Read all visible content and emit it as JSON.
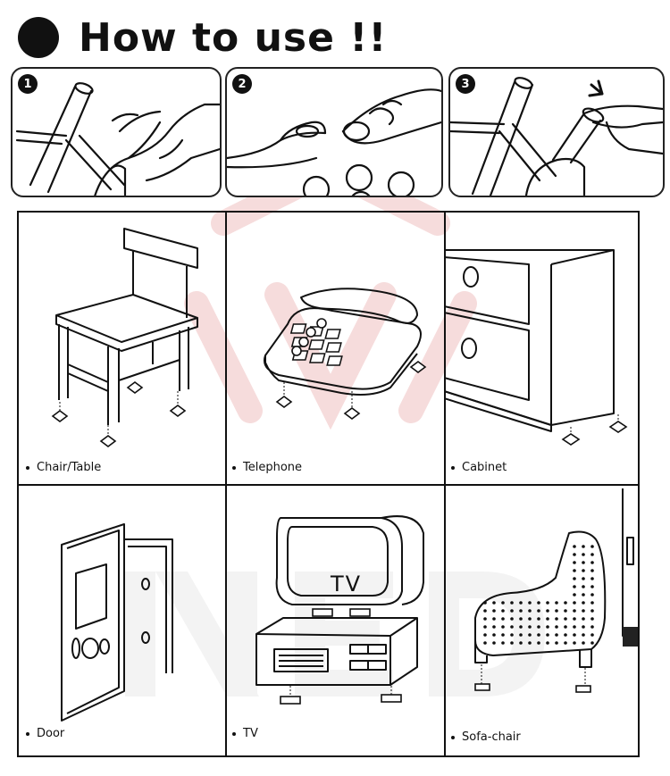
{
  "header": {
    "title": "How to use !!"
  },
  "steps": [
    {
      "number": "1"
    },
    {
      "number": "2"
    },
    {
      "number": "3"
    }
  ],
  "items": [
    {
      "label": "Chair/Table"
    },
    {
      "label": "Telephone"
    },
    {
      "label": "Cabinet"
    },
    {
      "label": "Door"
    },
    {
      "label": "TV"
    },
    {
      "label": "Sofa-chair"
    }
  ],
  "tv_screen_text": "TV",
  "colors": {
    "ink": "#111111",
    "watermark": "#f4d6d6",
    "watermark_gray": "#eeeeee"
  }
}
